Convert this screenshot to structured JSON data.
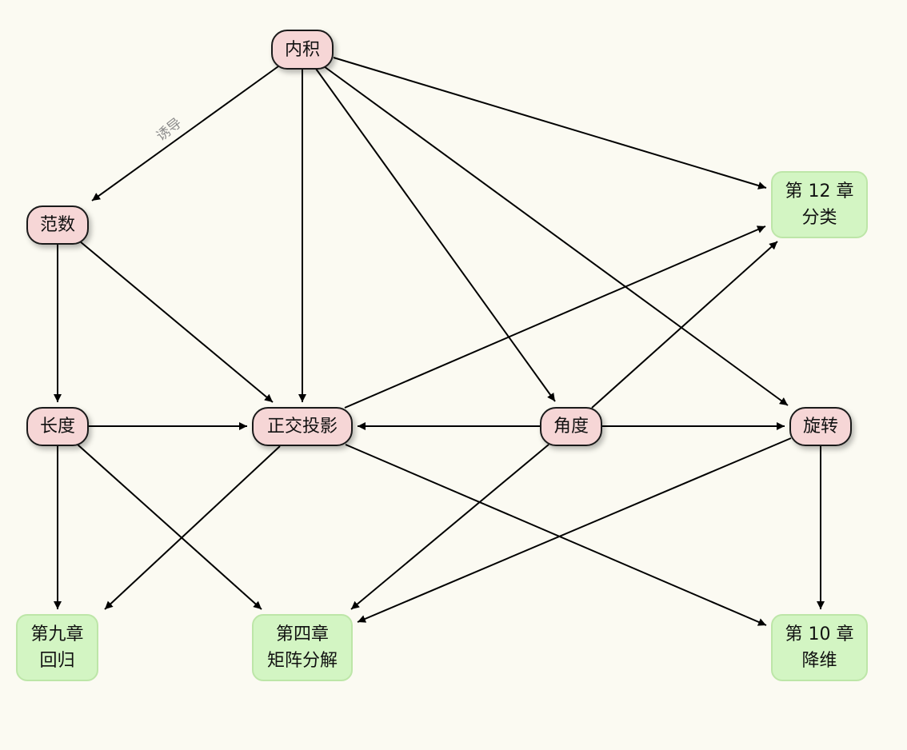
{
  "nodes": {
    "inner_product": {
      "lines": [
        "内积"
      ],
      "kind": "concept"
    },
    "norm": {
      "lines": [
        "范数"
      ],
      "kind": "concept"
    },
    "length": {
      "lines": [
        "长度"
      ],
      "kind": "concept"
    },
    "orthogonal_projection": {
      "lines": [
        "正交投影"
      ],
      "kind": "concept"
    },
    "angle": {
      "lines": [
        "角度"
      ],
      "kind": "concept"
    },
    "rotation": {
      "lines": [
        "旋转"
      ],
      "kind": "concept"
    },
    "ch12": {
      "lines": [
        "第 12 章",
        "分类"
      ],
      "kind": "chapter"
    },
    "ch9": {
      "lines": [
        "第九章",
        "回归"
      ],
      "kind": "chapter"
    },
    "ch4": {
      "lines": [
        "第四章",
        "矩阵分解"
      ],
      "kind": "chapter"
    },
    "ch10": {
      "lines": [
        "第 10 章",
        "降维"
      ],
      "kind": "chapter"
    }
  },
  "edges": [
    {
      "from": "inner_product",
      "to": "norm",
      "label": "诱导"
    },
    {
      "from": "inner_product",
      "to": "orthogonal_projection"
    },
    {
      "from": "inner_product",
      "to": "angle"
    },
    {
      "from": "inner_product",
      "to": "rotation"
    },
    {
      "from": "inner_product",
      "to": "ch12"
    },
    {
      "from": "norm",
      "to": "length"
    },
    {
      "from": "norm",
      "to": "orthogonal_projection"
    },
    {
      "from": "length",
      "to": "orthogonal_projection"
    },
    {
      "from": "length",
      "to": "ch9"
    },
    {
      "from": "length",
      "to": "ch4"
    },
    {
      "from": "orthogonal_projection",
      "to": "ch12"
    },
    {
      "from": "orthogonal_projection",
      "to": "ch9"
    },
    {
      "from": "orthogonal_projection",
      "to": "ch10"
    },
    {
      "from": "angle",
      "to": "orthogonal_projection"
    },
    {
      "from": "angle",
      "to": "rotation"
    },
    {
      "from": "angle",
      "to": "ch12"
    },
    {
      "from": "angle",
      "to": "ch4"
    },
    {
      "from": "rotation",
      "to": "ch4"
    },
    {
      "from": "rotation",
      "to": "ch10"
    }
  ]
}
